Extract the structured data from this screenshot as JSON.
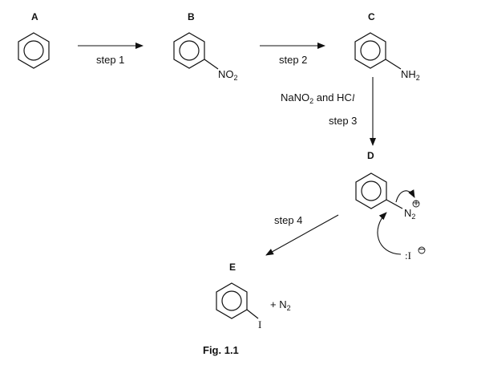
{
  "compounds": {
    "a": {
      "label": "A"
    },
    "b": {
      "label": "B",
      "group": "NO",
      "group_sub": "2"
    },
    "c": {
      "label": "C",
      "group": "NH",
      "group_sub": "2"
    },
    "d": {
      "label": "D",
      "group": "N",
      "group_sub": "2",
      "charge": "+"
    },
    "e": {
      "label": "E",
      "group": "I",
      "byproduct": "+ N",
      "byproduct_sub": "2"
    }
  },
  "steps": {
    "step1": "step 1",
    "step2": "step 2",
    "step3": "step 3",
    "step4": "step 4",
    "reagent_main": "NaNO",
    "reagent_sub": "2",
    "reagent_and": " and HC",
    "reagent_ital": "l"
  },
  "iodide": {
    "text": ":I",
    "charge": "−"
  },
  "caption": "Fig. 1.1"
}
